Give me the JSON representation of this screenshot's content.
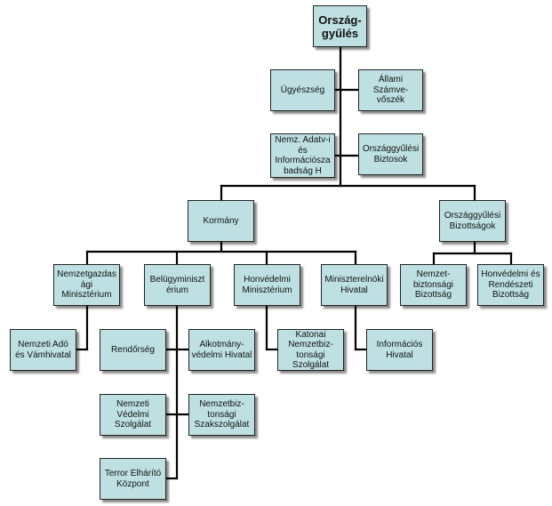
{
  "colors": {
    "box_fill": "#bee0e2",
    "box_border": "#222222",
    "line": "#000000",
    "background": "#ffffff"
  },
  "nodes": [
    {
      "id": "orszaggyules",
      "label": "Ország-\ngyűlés"
    },
    {
      "id": "ugyeszseg",
      "label": "Ügyészség"
    },
    {
      "id": "allami-szamvevoszek",
      "label": "Állami\nSzámve-\nvőszék"
    },
    {
      "id": "nemz-adatv",
      "label": "Nemz. Adatv-i\nés\nInformációsza\nbadság H"
    },
    {
      "id": "orszaggyulesi-biztosok",
      "label": "Országgyűlési\nBiztosok"
    },
    {
      "id": "kormany",
      "label": "Kormány"
    },
    {
      "id": "orszaggyulesi-bizottsagok",
      "label": "Országgyűlési\nBizottságok"
    },
    {
      "id": "nemzetgazdasagi",
      "label": "Nemzetgazdas\nági\nMinisztérium"
    },
    {
      "id": "beluegyminiszterium",
      "label": "Belügyminiszt\nérium"
    },
    {
      "id": "honvedelmi-miniszterium",
      "label": "Honvédelmi\nMinisztérium"
    },
    {
      "id": "miniszterelnoki-hivatal",
      "label": "Miniszterelnöki\nHivatal"
    },
    {
      "id": "nemzetbiztonsagi-bizottsag",
      "label": "Nemzet-\nbiztonsági\nBizottság"
    },
    {
      "id": "honvedelmi-bizottsag",
      "label": "Honvédelmi és\nRendészeti\nBizottság"
    },
    {
      "id": "nemzeti-ado",
      "label": "Nemzeti Adó\nés Vámhivatal"
    },
    {
      "id": "rendorseg",
      "label": "Rendőrség"
    },
    {
      "id": "alkotmanyvedelmi",
      "label": "Alkotmány-\nvédelmi Hivatal"
    },
    {
      "id": "katonai-nemzetbiztonsagi",
      "label": "Katonai\nNemzetbiz-\ntonsági\nSzolgálat"
    },
    {
      "id": "informacios-hivatal",
      "label": "Információs\nHivatal"
    },
    {
      "id": "nemzeti-vedelmi",
      "label": "Nemzeti\nVédelmi\nSzolgálat"
    },
    {
      "id": "nemzetbiztonsagi-szakszolgalat",
      "label": "Nemzetbiz-\ntonsági\nSzakszolgálat"
    },
    {
      "id": "terror-elharito",
      "label": "Terror Elhárító\nKözpont"
    }
  ]
}
